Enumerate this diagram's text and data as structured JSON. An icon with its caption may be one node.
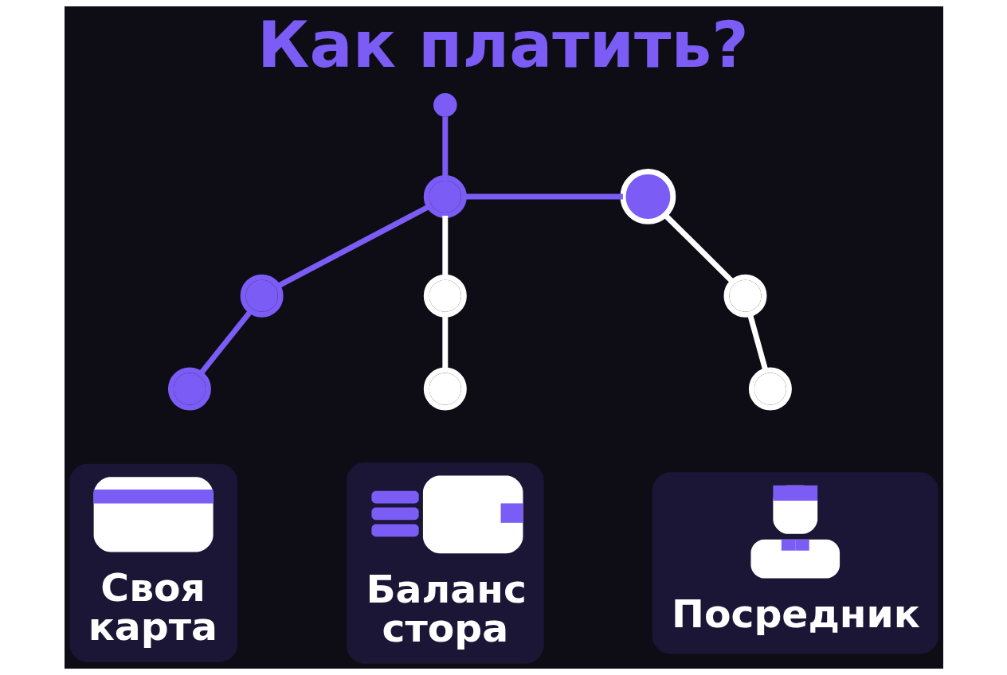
{
  "diagram": {
    "title": "Как платить?",
    "nodes": [
      {
        "text": [],
        "shape": "circle"
      },
      {
        "text": [],
        "shape": "circle"
      },
      {
        "text": [],
        "shape": "circle"
      },
      {
        "text": [],
        "shape": "circle"
      },
      {
        "text": [],
        "shape": "circle"
      },
      {
        "text": [],
        "shape": "circle"
      },
      {
        "text": [],
        "shape": "circle"
      },
      {
        "text": [],
        "shape": "circle"
      },
      {
        "text": [],
        "shape": "circle"
      },
      {
        "text": [
          "Своя карта"
        ]
      },
      {
        "text": [
          "Баланс стора"
        ]
      },
      {
        "text": [
          "Посредник"
        ]
      }
    ],
    "edges": [
      {
        "from": 0,
        "to": 1,
        "arrow": "none"
      },
      {
        "from": 1,
        "to": 2,
        "arrow": "none"
      },
      {
        "from": 2,
        "to": 3,
        "arrow": "none"
      },
      {
        "from": 1,
        "to": 4,
        "arrow": "none",
        "color": "#ffffff"
      },
      {
        "from": 4,
        "to": 5,
        "arrow": "none",
        "color": "#ffffff"
      },
      {
        "from": 1,
        "to": 6,
        "arrow": "none"
      },
      {
        "from": 6,
        "to": 7,
        "arrow": "none",
        "color": "#ffffff"
      },
      {
        "from": 7,
        "to": 8,
        "arrow": "none",
        "color": "#ffffff"
      }
    ]
  }
}
